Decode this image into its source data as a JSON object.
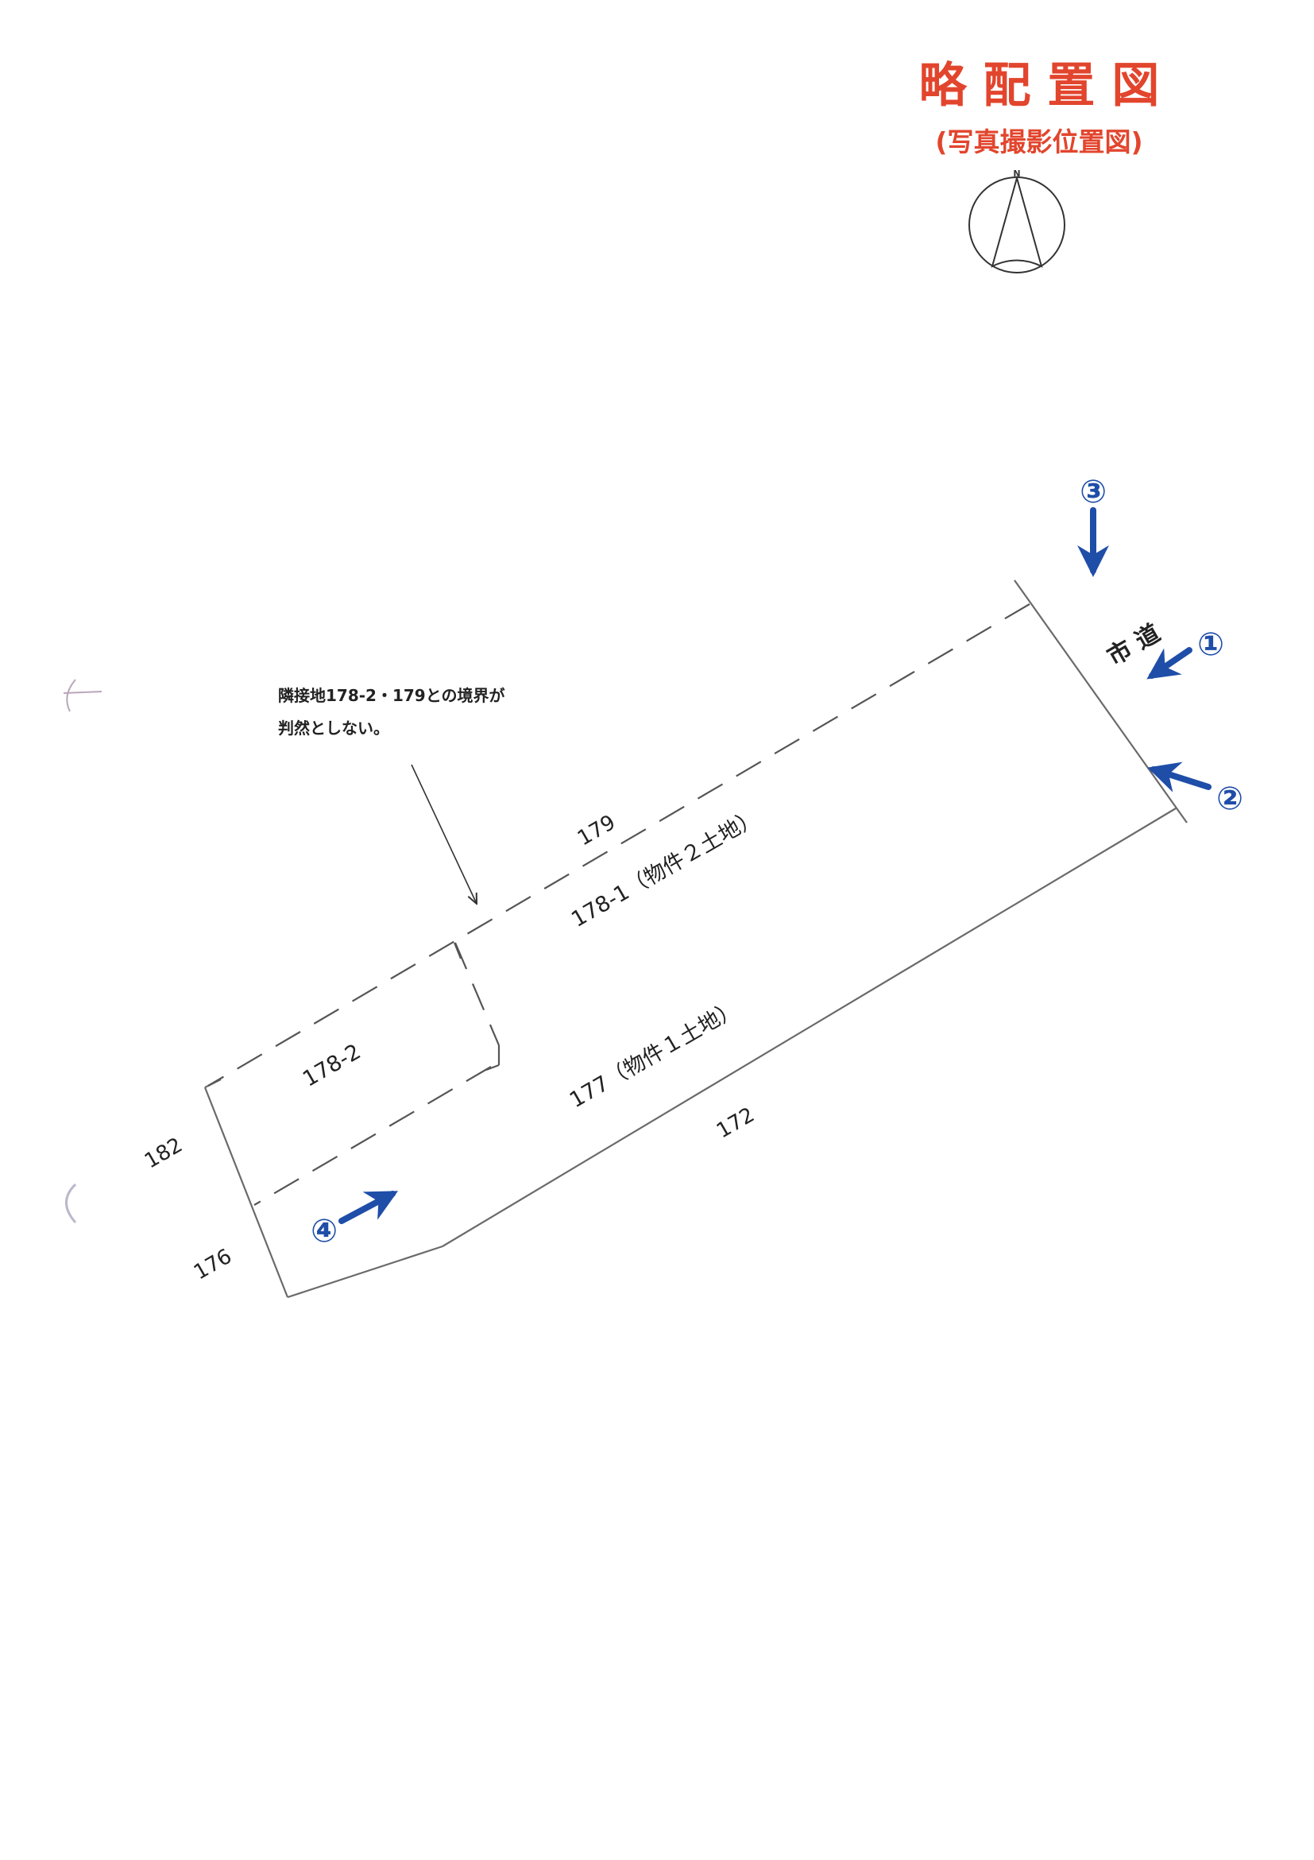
{
  "title": "略 配 置 図",
  "subtitle": "(写真撮影位置図)",
  "compass": {
    "label": "N"
  },
  "note": {
    "line1": "隣接地178-2・179との境界が",
    "line2": "判然としない。"
  },
  "parcels": {
    "p179": "179",
    "p178_1": "178-1（物件２土地）",
    "p178_2": "178-2",
    "p177": "177（物件１土地）",
    "p172": "172",
    "p182": "182",
    "p176": "176"
  },
  "road": "市 道",
  "photo_markers": [
    {
      "id": "marker-1",
      "label": "①"
    },
    {
      "id": "marker-2",
      "label": "②"
    },
    {
      "id": "marker-3",
      "label": "③"
    },
    {
      "id": "marker-4",
      "label": "④"
    }
  ],
  "colors": {
    "title": "#e2452d",
    "marker": "#1f4ea8",
    "line": "#6a6a6a"
  }
}
